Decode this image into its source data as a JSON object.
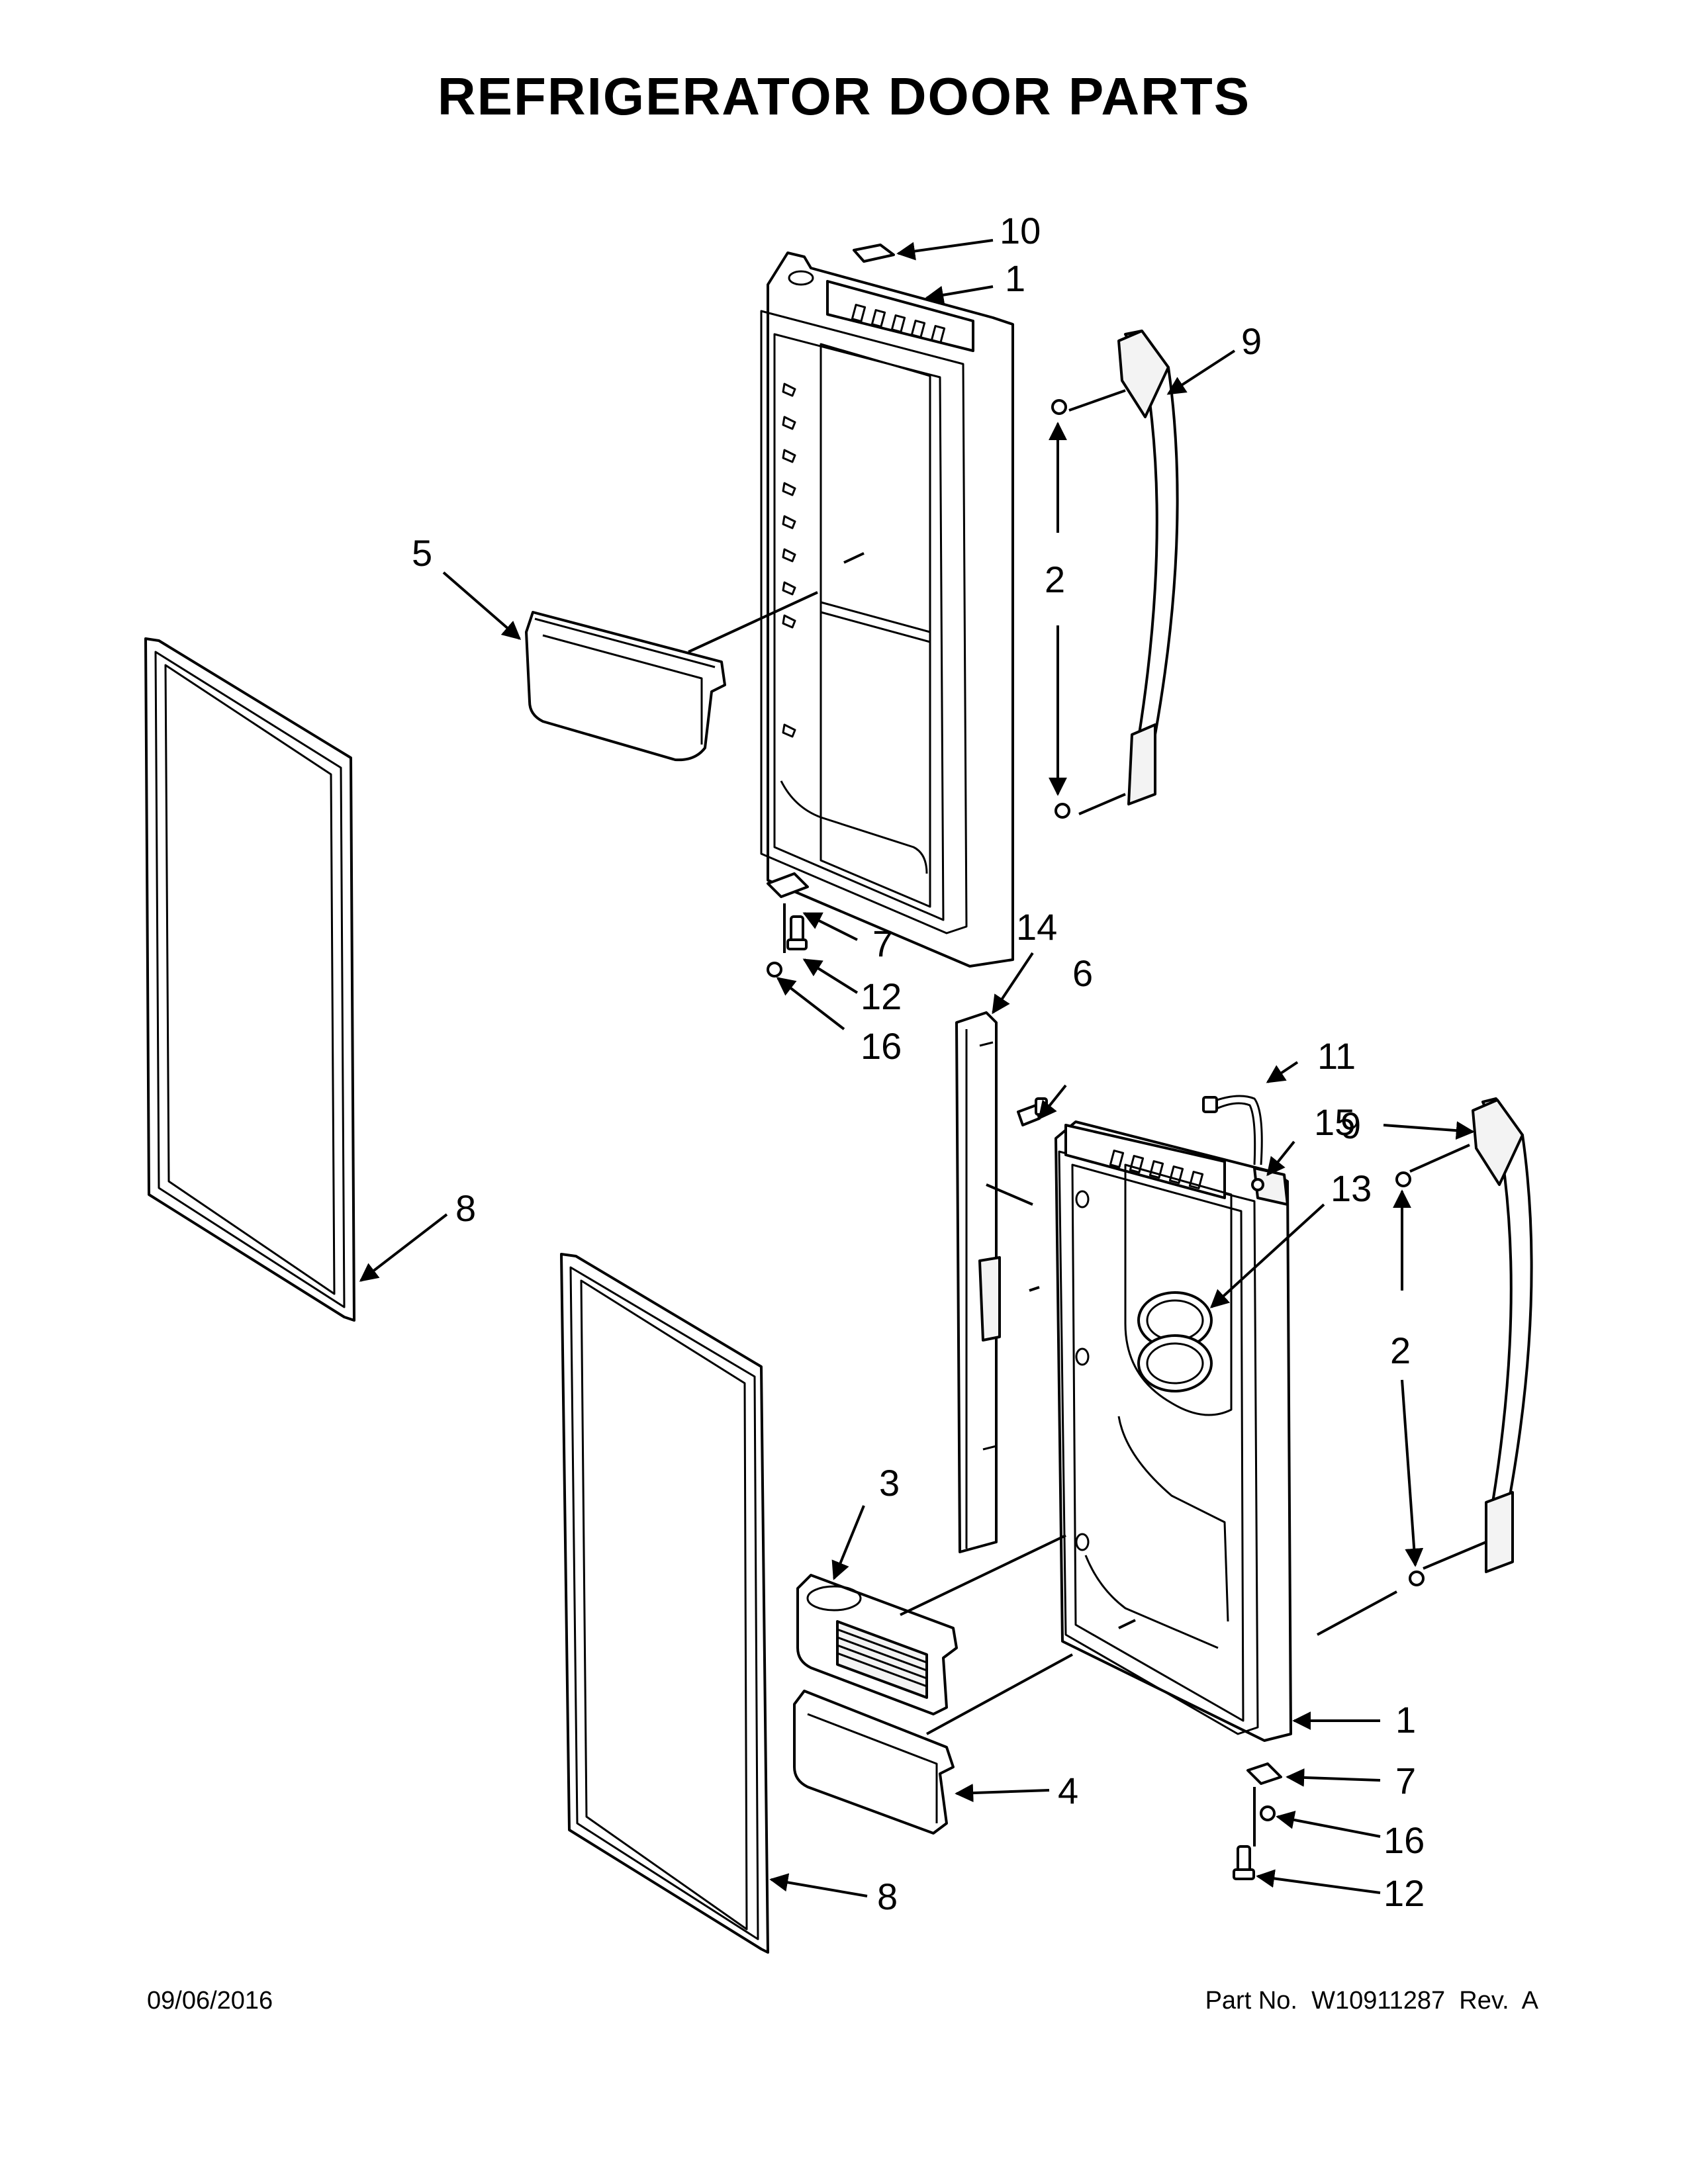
{
  "title": "REFRIGERATOR DOOR PARTS",
  "footer": {
    "date": "09/06/2016",
    "part_number": "Part No.  W10911287  Rev.  A"
  },
  "callouts": {
    "c1_top": "1",
    "c1_bottom": "1",
    "c2_top": "2",
    "c2_bottom": "2",
    "c3": "3",
    "c4": "4",
    "c5": "5",
    "c6": "6",
    "c7_top": "7",
    "c7_bottom": "7",
    "c8_top": "8",
    "c8_bottom": "8",
    "c9_top": "9",
    "c9_bottom": "9",
    "c10": "10",
    "c11": "11",
    "c12_top": "12",
    "c12_bottom": "12",
    "c13": "13",
    "c14": "14",
    "c15": "15",
    "c16_top": "16",
    "c16_bottom": "16"
  },
  "colors": {
    "ink": "#000000",
    "paper": "#ffffff"
  }
}
